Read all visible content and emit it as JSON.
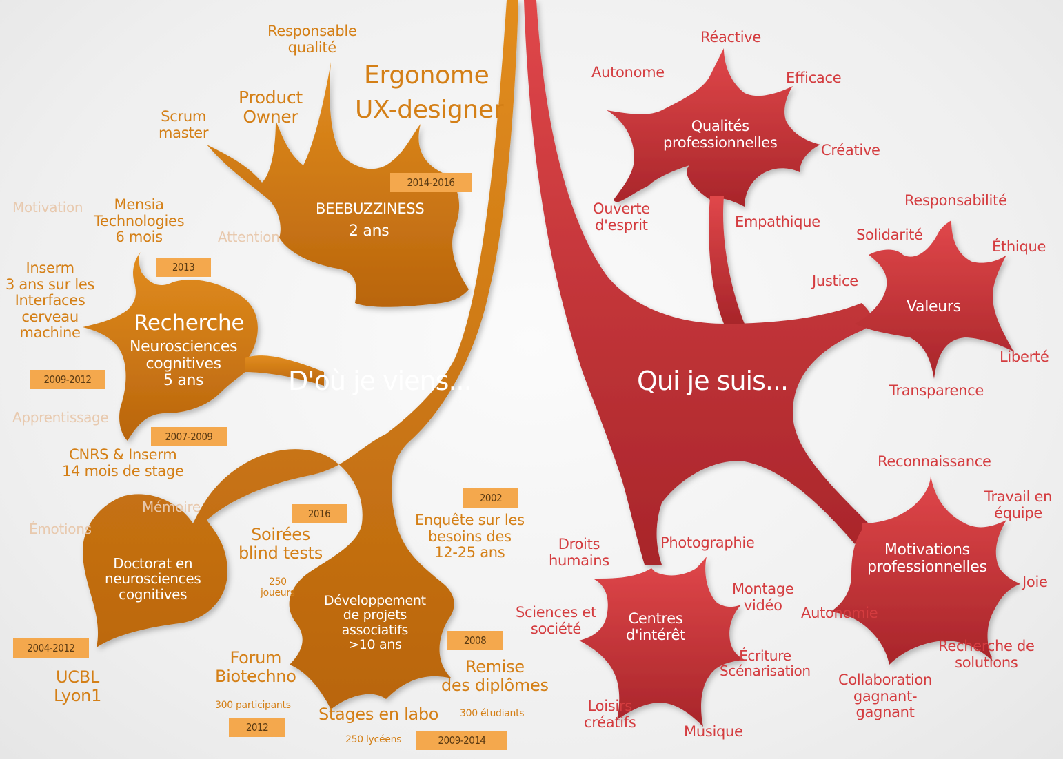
{
  "colors": {
    "orange": "#d47f16",
    "orange_dark": "#b7620e",
    "red": "#d43c3f",
    "red_dark": "#a8252a",
    "ghost": "#e8c9ae",
    "year_box": "#f4a84d"
  },
  "left": {
    "title": "D'où je viens...",
    "beebuzziness": {
      "line1": "BEEBUZZINESS",
      "line2": "2 ans"
    },
    "ergonome": {
      "line1": "Ergonome",
      "line2": "UX-designer"
    },
    "responsable_qualite": "Responsable\nqualité",
    "product_owner": "Product\nOwner",
    "scrum_master": "Scrum\nmaster",
    "recherche": {
      "title": "Recherche",
      "body": "Neurosciences\ncognitives\n5 ans"
    },
    "mensia": "Mensia\nTechnologies\n6 mois",
    "inserm": "Inserm\n3 ans sur les\nInterfaces\ncerveau\nmachine",
    "cnrs": "CNRS & Inserm\n14 mois de stage",
    "doctorat": "Doctorat en\nneurosciences\ncognitives",
    "ucbl": "UCBL\nLyon1",
    "developpement": "Développement\nde projets\nassociatifs\n>10 ans",
    "soirees": "Soirées\nblind tests",
    "joueurs": "250\njoueurs",
    "enquete": "Enquête sur les\nbesoins des\n12-25 ans",
    "forum": "Forum\nBiotechno",
    "participants": "300 participants",
    "stages": "Stages en labo",
    "lyceens": "250 lycéens",
    "remise": "Remise\ndes diplômes",
    "etudiants": "300 étudiants",
    "ghost_words": {
      "motivation": "Motivation",
      "attention": "Attention",
      "apprentissage": "Apprentissage",
      "memoire": "Mémoire",
      "emotions": "Émotions"
    },
    "years": {
      "y2014": "2014-2016",
      "y2013": "2013",
      "y2009": "2009-2012",
      "y2007": "2007-2009",
      "y2004": "2004-2012",
      "y2016": "2016",
      "y2002": "2002",
      "y2008": "2008",
      "y2012": "2012",
      "y2009b": "2009-2014"
    }
  },
  "right": {
    "title": "Qui je suis...",
    "qualites": {
      "center": "Qualités\nprofessionnelles",
      "reactive": "Réactive",
      "autonome": "Autonome",
      "efficace": "Efficace",
      "creative": "Créative",
      "ouverte": "Ouverte\nd'esprit",
      "empathique": "Empathique"
    },
    "valeurs": {
      "center": "Valeurs",
      "responsabilite": "Responsabilité",
      "solidarite": "Solidarité",
      "ethique": "Éthique",
      "justice": "Justice",
      "liberte": "Liberté",
      "transparence": "Transparence"
    },
    "centres": {
      "center": "Centres\nd'intérêt",
      "photographie": "Photographie",
      "droits": "Droits\nhumains",
      "montage": "Montage\nvidéo",
      "sciences": "Sciences et\nsociété",
      "ecriture": "Écriture\nScénarisation",
      "loisirs": "Loisirs\ncréatifs",
      "musique": "Musique"
    },
    "motivations": {
      "center": "Motivations\nprofessionnelles",
      "reconnaissance": "Reconnaissance",
      "travail": "Travail en\néquipe",
      "joie": "Joie",
      "autonomie": "Autonomie",
      "recherche": "Recherche de\nsolutions",
      "collaboration": "Collaboration\ngagnant-\ngagnant"
    }
  }
}
